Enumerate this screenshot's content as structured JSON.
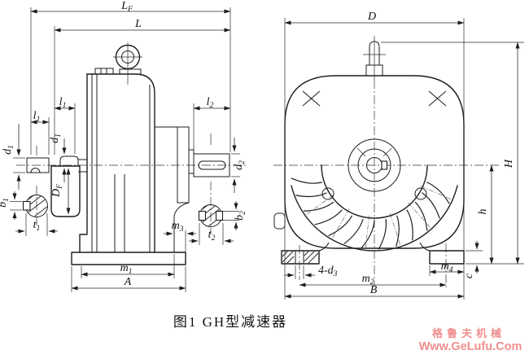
{
  "figure": {
    "caption": "图1 GH型减速器",
    "type_note": "two-view dimensioned outline drawing of GH type worm gear reducer"
  },
  "watermark": {
    "line1": "格鲁夫机械",
    "line2": "Www.GeLufu.Com",
    "color": "#ef8e8e"
  },
  "colors": {
    "line": "#1c1c1c",
    "background": "#ffffff"
  },
  "labels": {
    "LF": {
      "base": "L",
      "sub": "F"
    },
    "L": {
      "base": "L",
      "sub": ""
    },
    "l1": {
      "base": "l",
      "sub": "1"
    },
    "d1": {
      "base": "d",
      "sub": "1"
    },
    "DF": {
      "base": "D",
      "sub": "F"
    },
    "b1": {
      "base": "b",
      "sub": "1"
    },
    "t1": {
      "base": "t",
      "sub": "1"
    },
    "l2": {
      "base": "l",
      "sub": "2"
    },
    "d2": {
      "base": "d",
      "sub": "2"
    },
    "b2": {
      "base": "b",
      "sub": "2"
    },
    "t2": {
      "base": "t",
      "sub": "2"
    },
    "m1": {
      "base": "m",
      "sub": "1"
    },
    "m2": {
      "base": "m",
      "sub": "2"
    },
    "m3": {
      "base": "m",
      "sub": "3"
    },
    "m4": {
      "base": "m",
      "sub": "4"
    },
    "A": {
      "base": "A",
      "sub": ""
    },
    "B": {
      "base": "B",
      "sub": ""
    },
    "D": {
      "base": "D",
      "sub": ""
    },
    "H": {
      "base": "H",
      "sub": ""
    },
    "h": {
      "base": "h",
      "sub": ""
    },
    "c": {
      "base": "c",
      "sub": ""
    },
    "d3": {
      "base": "4-d",
      "sub": "3"
    }
  }
}
